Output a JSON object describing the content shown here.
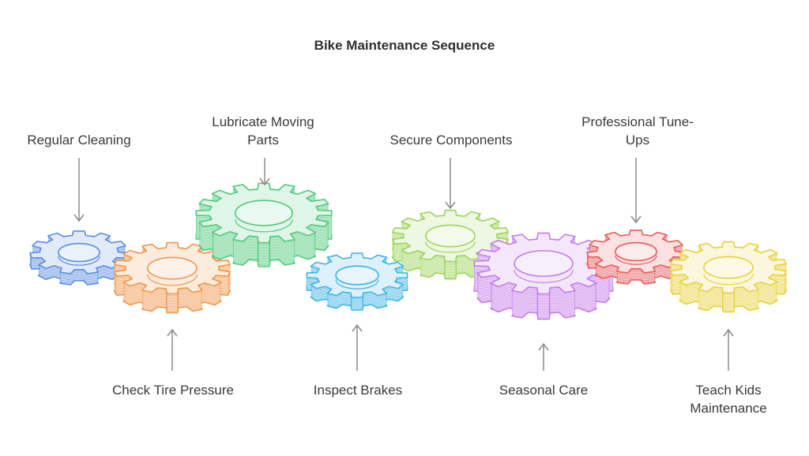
{
  "title": "Bike Maintenance Sequence",
  "gears": [
    {
      "id": "regular-cleaning",
      "label": [
        "Regular Cleaning"
      ],
      "color": "#5b8de0"
    },
    {
      "id": "check-tire-pressure",
      "label": [
        "Check Tire Pressure"
      ],
      "color": "#4fc97a"
    },
    {
      "id": "lubricate-moving-parts",
      "label": [
        "Lubricate Moving",
        "Parts"
      ],
      "color": "#9cd45a"
    },
    {
      "id": "inspect-brakes",
      "label": [
        "Inspect Brakes"
      ],
      "color": "#e65b5b"
    },
    {
      "id": "secure-components",
      "label": [
        "Secure Components"
      ],
      "color": "#f0954a"
    },
    {
      "id": "seasonal-care",
      "label": [
        "Seasonal Care"
      ],
      "color": "#3fb2e6"
    },
    {
      "id": "professional-tune-ups",
      "label": [
        "Professional Tune-",
        "Ups"
      ],
      "color": "#c47ae8"
    },
    {
      "id": "teach-kids-maintenance",
      "label": [
        "Teach Kids",
        "Maintenance"
      ],
      "color": "#e8d13a"
    }
  ],
  "arrow_color": "#8a8a8a"
}
